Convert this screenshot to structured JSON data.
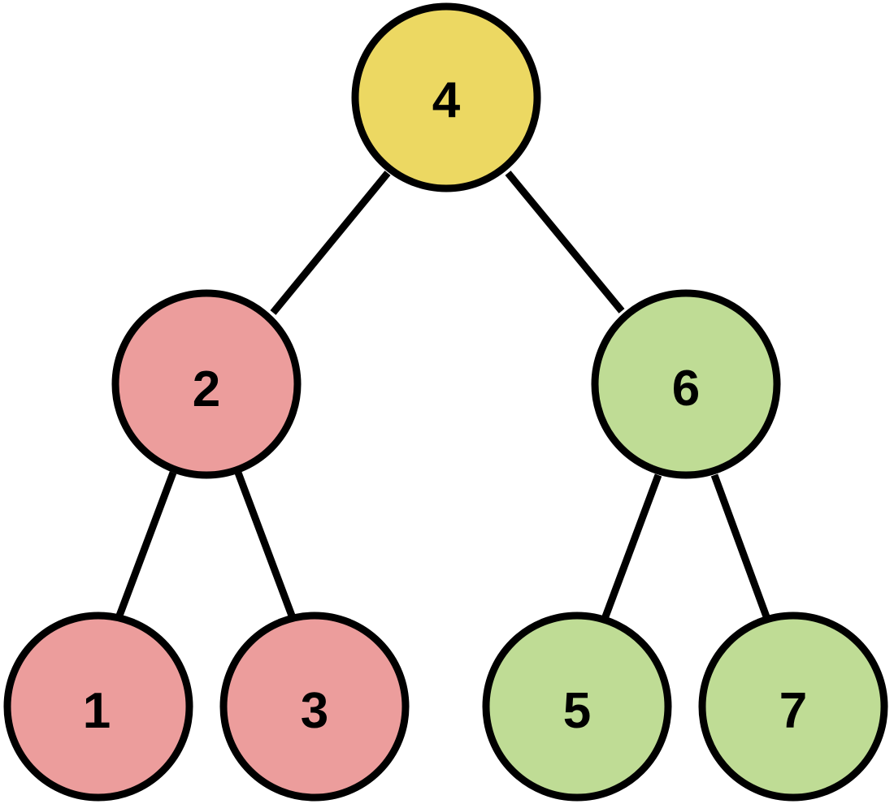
{
  "colors": {
    "root": "#ecd862",
    "left_subtree": "#ec9d9c",
    "right_subtree": "#bfdc95",
    "outline": "#000000",
    "background": "#ffffff"
  },
  "nodes": {
    "n4": {
      "label": "4",
      "group": "root"
    },
    "n2": {
      "label": "2",
      "group": "left_subtree"
    },
    "n6": {
      "label": "6",
      "group": "right_subtree"
    },
    "n1": {
      "label": "1",
      "group": "left_subtree"
    },
    "n3": {
      "label": "3",
      "group": "left_subtree"
    },
    "n5": {
      "label": "5",
      "group": "right_subtree"
    },
    "n7": {
      "label": "7",
      "group": "right_subtree"
    }
  },
  "edges": [
    {
      "from": "n4",
      "to": "n2"
    },
    {
      "from": "n4",
      "to": "n6"
    },
    {
      "from": "n2",
      "to": "n1"
    },
    {
      "from": "n2",
      "to": "n3"
    },
    {
      "from": "n6",
      "to": "n5"
    },
    {
      "from": "n6",
      "to": "n7"
    }
  ]
}
